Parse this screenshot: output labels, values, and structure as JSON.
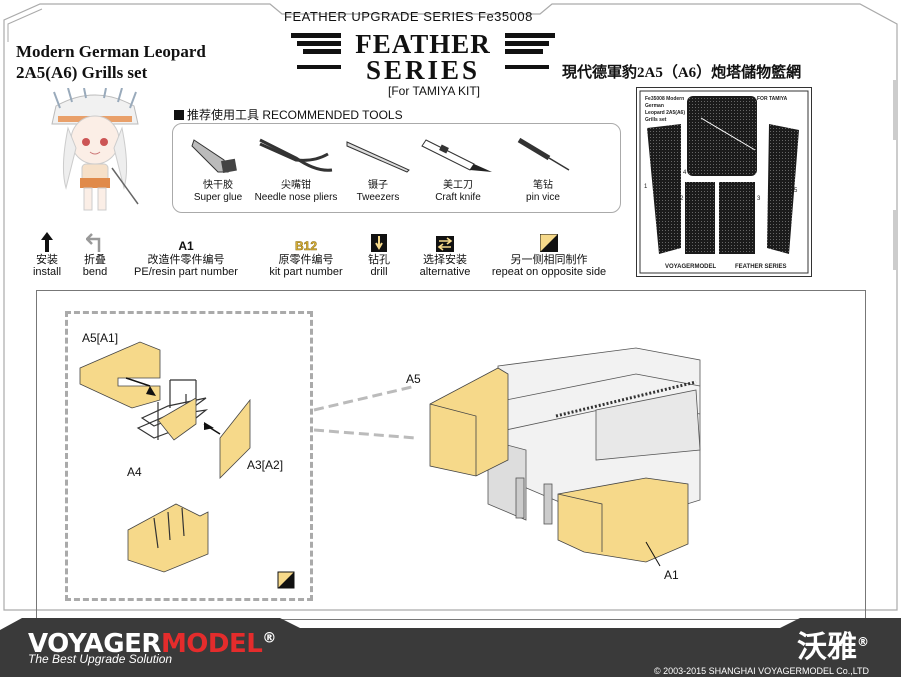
{
  "header": {
    "series_line": "FEATHER  UPGRADE SERIES Fe35008",
    "title_en_line1": "Modern German Leopard",
    "title_en_line2": "2A5(A6) Grills set",
    "logo_word1": "FEATHER",
    "logo_word2": "SERIES",
    "title_cn": "現代德軍豹2A5（A6）炮塔儲物籃網",
    "for_kit": "[For TAMIYA KIT]"
  },
  "tools": {
    "heading": "推荐使用工具 RECOMMENDED TOOLS",
    "items": [
      {
        "cn": "快干胶",
        "en": "Super glue"
      },
      {
        "cn": "尖嘴钳",
        "en": "Needle nose pliers"
      },
      {
        "cn": "镊子",
        "en": "Tweezers"
      },
      {
        "cn": "美工刀",
        "en": "Craft knife"
      },
      {
        "cn": "笔钻",
        "en": "pin vice"
      }
    ]
  },
  "legend": [
    {
      "cn": "安装",
      "en": "install"
    },
    {
      "cn": "折叠",
      "en": "bend"
    },
    {
      "symbol": "A1",
      "cn": "改造件零件编号",
      "en": "PE/resin part number"
    },
    {
      "symbol": "B12",
      "cn": "原零件编号",
      "en": "kit part number"
    },
    {
      "cn": "钻孔",
      "en": "drill"
    },
    {
      "cn": "选择安装",
      "en": "alternative"
    },
    {
      "cn": "另一侧相同制作",
      "en": "repeat on opposite side"
    }
  ],
  "fret": {
    "line1": "Fe35008 Modern",
    "line2": "German",
    "line3": "Leopard 2A5(A6)",
    "line4": "Grills set",
    "kit": "FOR TAMIYA",
    "brand": "VOYAGERMODEL",
    "series": "FEATHER SERIES",
    "numbers": [
      "1",
      "2",
      "3",
      "4",
      "5"
    ]
  },
  "instructions": {
    "labels": [
      "A5[A1]",
      "A4",
      "A3[A2]",
      "A5",
      "A1"
    ]
  },
  "footer": {
    "brand_a": "VOYAGER",
    "brand_b": "MODEL",
    "reg": "®",
    "tagline": "The Best Upgrade Solution",
    "brand_cn": "沃雅",
    "copyright": "© 2003-2015 SHANGHAI VOYAGERMODEL  Co.,LTD"
  },
  "colors": {
    "part_fill": "#f6d98a",
    "accent_red": "#e42c2c",
    "kit_yellow": "#d9b23a",
    "footer_gray": "#3a3a3a"
  }
}
